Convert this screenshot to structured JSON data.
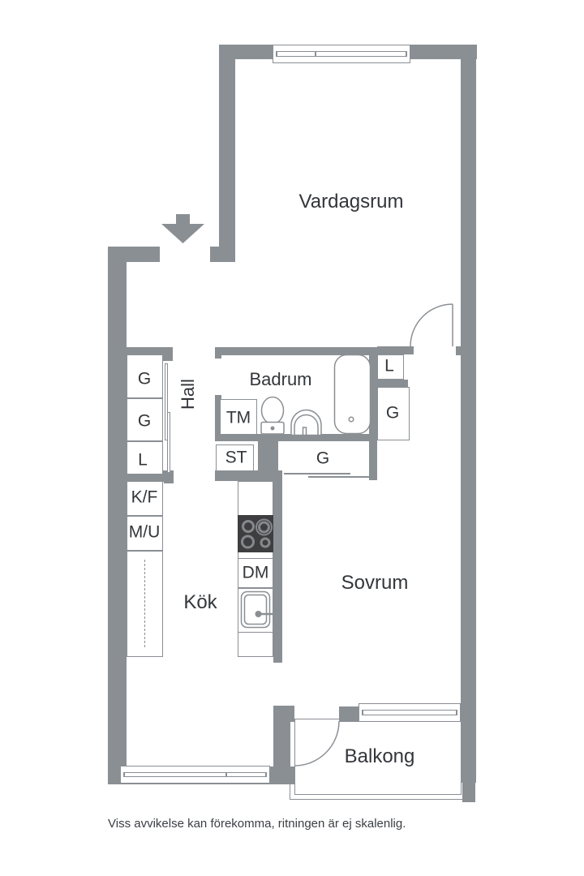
{
  "title": "apartment-floor-plan",
  "colors": {
    "wall": "#8a8f94",
    "line": "#8a8f94",
    "text": "#33363a",
    "stove": "#3e3e40",
    "burner": "#85888c"
  },
  "rooms": {
    "vardagsrum": "Vardagsrum",
    "badrum": "Badrum",
    "hall": "Hall",
    "kok": "Kök",
    "sovrum": "Sovrum",
    "balkong": "Balkong"
  },
  "labels": {
    "g1": "G",
    "g2": "G",
    "l1": "L",
    "kf": "K/F",
    "mu": "M/U",
    "tm": "TM",
    "st": "ST",
    "g_mid": "G",
    "l_right": "L",
    "g_right": "G",
    "dm": "DM"
  },
  "icons": [
    "entry-arrow-icon",
    "bathtub-icon",
    "toilet-icon",
    "washbasin-icon",
    "stove-icon",
    "kitchen-sink-icon",
    "door-swing-icon",
    "window-icon",
    "sliding-door-icon"
  ],
  "disclaimer": "Viss avvikelse kan förekomma, ritningen är ej skalenlig."
}
